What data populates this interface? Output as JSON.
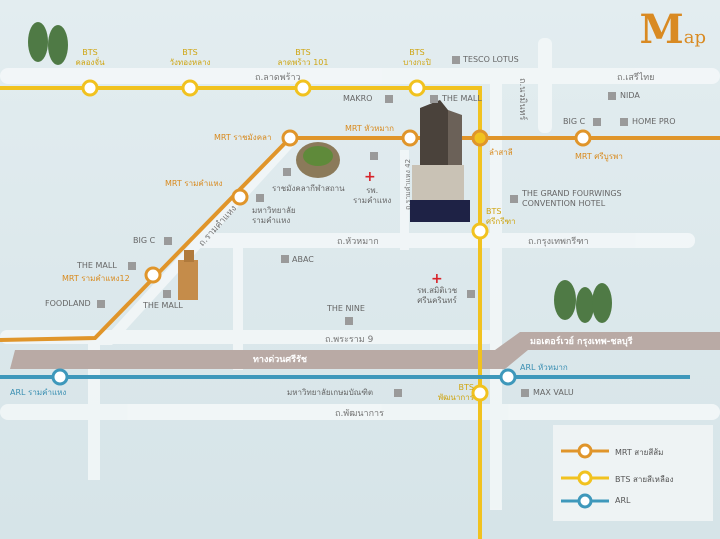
{
  "title": {
    "big": "M",
    "small": "ap"
  },
  "colors": {
    "mrt": "#e0952a",
    "bts": "#f1c21f",
    "arl": "#3e98bb",
    "expressway": "#b9aaa5",
    "road": "#f4f8f9"
  },
  "roads": {
    "ladprao": "ถ.ลาดพร้าว",
    "serithai": "ถ.เสรีไทย",
    "nawamin": "ถ.นวมินทร์",
    "ramkhamhaeng": "ถ.รามคำแหง",
    "soi42": "ถ.รามคำแหง 42",
    "huamak": "ถ.หัวหมาก",
    "krungthep_kreetha": "ถ.กรุงเทพกรีฑา",
    "rama9": "ถ.พระราม 9",
    "pattanakarn": "ถ.พัฒนาการ"
  },
  "expressways": {
    "sirat": "ทางด่วนศรีรัช",
    "motorway": "มอเตอร์เวย์ กรุงเทพ-ชลบุรี"
  },
  "stations": {
    "bts1": [
      "BTS",
      "คลองจั่น"
    ],
    "bts2": [
      "BTS",
      "วังทองหลาง"
    ],
    "bts3": [
      "BTS",
      "ลาดพร้าว 101"
    ],
    "bts4": [
      "BTS",
      "บางกะปิ"
    ],
    "lamsali": "ลำสาลี",
    "srikritha": [
      "BTS",
      "ศรีกรีฑา"
    ],
    "phatthanakan": [
      "BTS",
      "พัฒนาการ"
    ],
    "mrt_rajamangala": "MRT ราชมังคลา",
    "mrt_huamak": "MRT หัวหมาก",
    "mrt_sriburapha": "MRT ศรีบูรพา",
    "mrt_ramkhamhaeng": "MRT รามคำแหง",
    "mrt_ram12": "MRT รามคำแหง12",
    "arl_ramkhamhaeng": "ARL รามคำแหง",
    "arl_huamak": "ARL หัวหมาก"
  },
  "landmarks": {
    "tesco": "TESCO LOTUS",
    "makro": "MAKRO",
    "themall1": "THE MALL",
    "nida": "NIDA",
    "bigc1": "BIG C",
    "homepro": "HOME PRO",
    "stadium": "ราชมังคลากีฬาสถาน",
    "ru": [
      "มหาวิทยาลัย",
      "รามคำแหง"
    ],
    "ramhosp": [
      "รพ.",
      "รามคำแหง"
    ],
    "fourwings": [
      "THE GRAND FOURWINGS",
      "CONVENTION HOTEL"
    ],
    "bigc2": "BIG C",
    "abac": "ABAC",
    "themall2": "THE MALL",
    "themall3": "THE MALL",
    "foodland": "FOODLAND",
    "thenine": "THE NINE",
    "samitivej": [
      "รพ.สมิติเวช",
      "ศรีนครินทร์"
    ],
    "kasem": "มหาวิทยาลัยเกษมบัณฑิต",
    "maxvalu": "MAX VALU"
  },
  "legend": [
    {
      "label": "MRT สายสีส้ม",
      "line": "mrt"
    },
    {
      "label": "BTS สายสีเหลือง",
      "line": "bts"
    },
    {
      "label": "ARL",
      "line": "arl"
    }
  ]
}
